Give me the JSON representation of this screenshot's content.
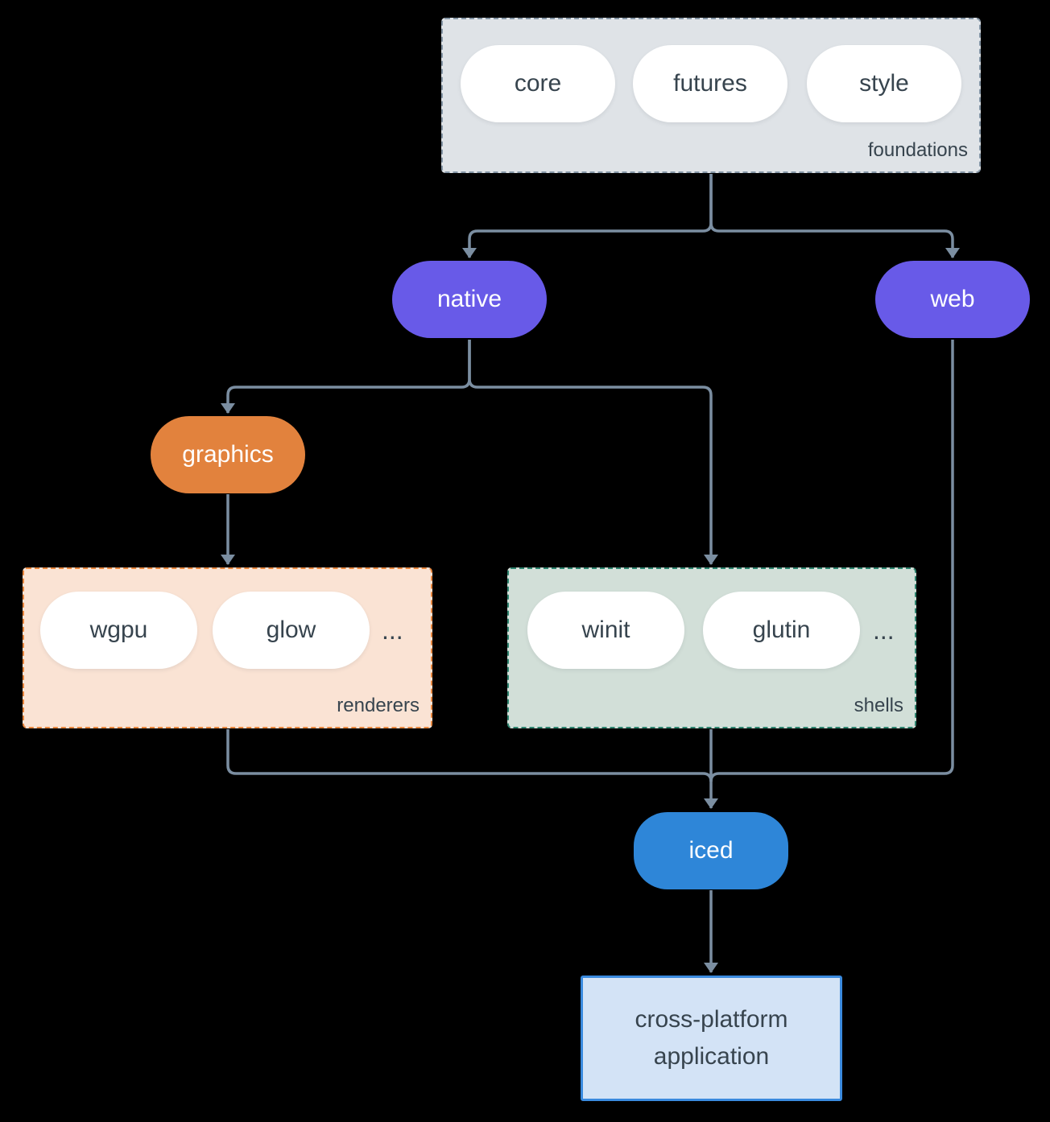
{
  "diagram": {
    "title_semantic": "iced ecosystem architecture diagram",
    "background": "#000000",
    "connector_color": "#7b8ea1",
    "text_color_dark": "#37444e",
    "text_color_light": "#ffffff",
    "groups": {
      "foundations": {
        "label": "foundations",
        "items": [
          "core",
          "futures",
          "style"
        ],
        "fill": "#dfe3e7",
        "border_color": "#8495a5",
        "border_style": "dashed"
      },
      "renderers": {
        "label": "renderers",
        "items": [
          "wgpu",
          "glow"
        ],
        "ellipsis": "...",
        "fill": "#fae3d4",
        "border_color": "#e8873f",
        "border_style": "dashed"
      },
      "shells": {
        "label": "shells",
        "items": [
          "winit",
          "glutin"
        ],
        "ellipsis": "...",
        "fill": "#d2dfd8",
        "border_color": "#2f8570",
        "border_style": "dashed"
      }
    },
    "nodes": {
      "native": {
        "label": "native",
        "fill": "#685ae8"
      },
      "web": {
        "label": "web",
        "fill": "#685ae8"
      },
      "graphics": {
        "label": "graphics",
        "fill": "#e2823d"
      },
      "iced": {
        "label": "iced",
        "fill": "#2e86d8"
      }
    },
    "application": {
      "line1": "cross-platform",
      "line2": "application",
      "fill": "#d3e3f6",
      "border_color": "#3a8ade"
    },
    "edges": [
      "foundations -> native",
      "foundations -> web",
      "native -> graphics",
      "native -> shells",
      "graphics -> renderers",
      "renderers -> iced",
      "shells -> iced",
      "web -> iced",
      "iced -> cross-platform application"
    ]
  }
}
